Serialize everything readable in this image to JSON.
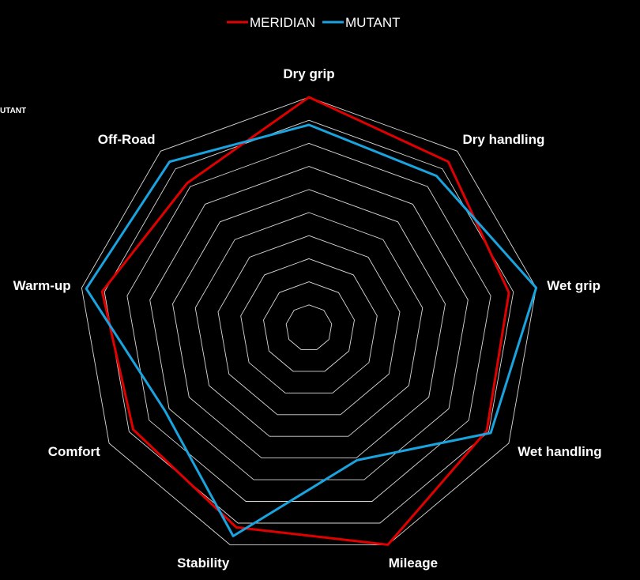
{
  "chart_data": {
    "type": "radar",
    "axes": [
      "Dry grip",
      "Dry handling",
      "Wet grip",
      "Wet handling",
      "Mileage",
      "Stability",
      "Comfort",
      "Warm-up",
      "Off-Road"
    ],
    "rings": 10,
    "series": [
      {
        "name": "MERIDIAN",
        "color": "#e00000",
        "values": [
          10,
          9.4,
          8.8,
          8.9,
          10,
          9.2,
          8.8,
          9.1,
          8.2
        ]
      },
      {
        "name": "MUTANT",
        "color": "#19a4e0",
        "values": [
          8.8,
          8.6,
          10,
          9.1,
          6.1,
          9.6,
          7.2,
          9.8,
          9.4
        ]
      }
    ],
    "legend_position": "top",
    "grid": true,
    "grid_color": "#d9d9d9",
    "background": "#000000",
    "fragment_label": "UTANT"
  }
}
